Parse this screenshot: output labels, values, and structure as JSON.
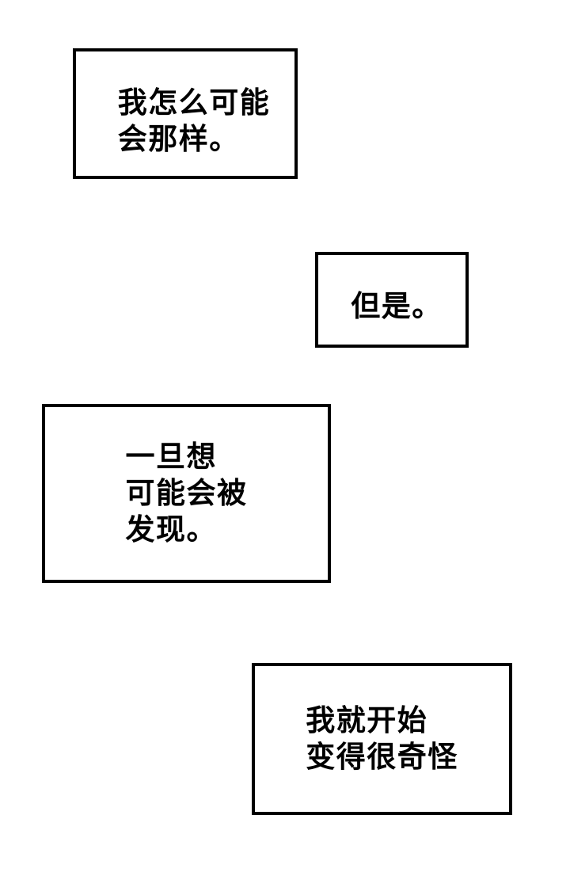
{
  "page": {
    "type": "comic-page",
    "language": "zh",
    "background_color": "#ffffff",
    "box_background_color": "#ffffff",
    "box_border_color": "#000000",
    "text_color": "#000000"
  },
  "panels": [
    {
      "lines": {
        "0": "我怎么可能",
        "1": "会那样。"
      }
    },
    {
      "lines": {
        "0": "但是。"
      }
    },
    {
      "lines": {
        "0": "一旦想",
        "1": "可能会被",
        "2": "发现。"
      }
    },
    {
      "lines": {
        "0": "我就开始",
        "1": "变得很奇怪"
      }
    }
  ]
}
